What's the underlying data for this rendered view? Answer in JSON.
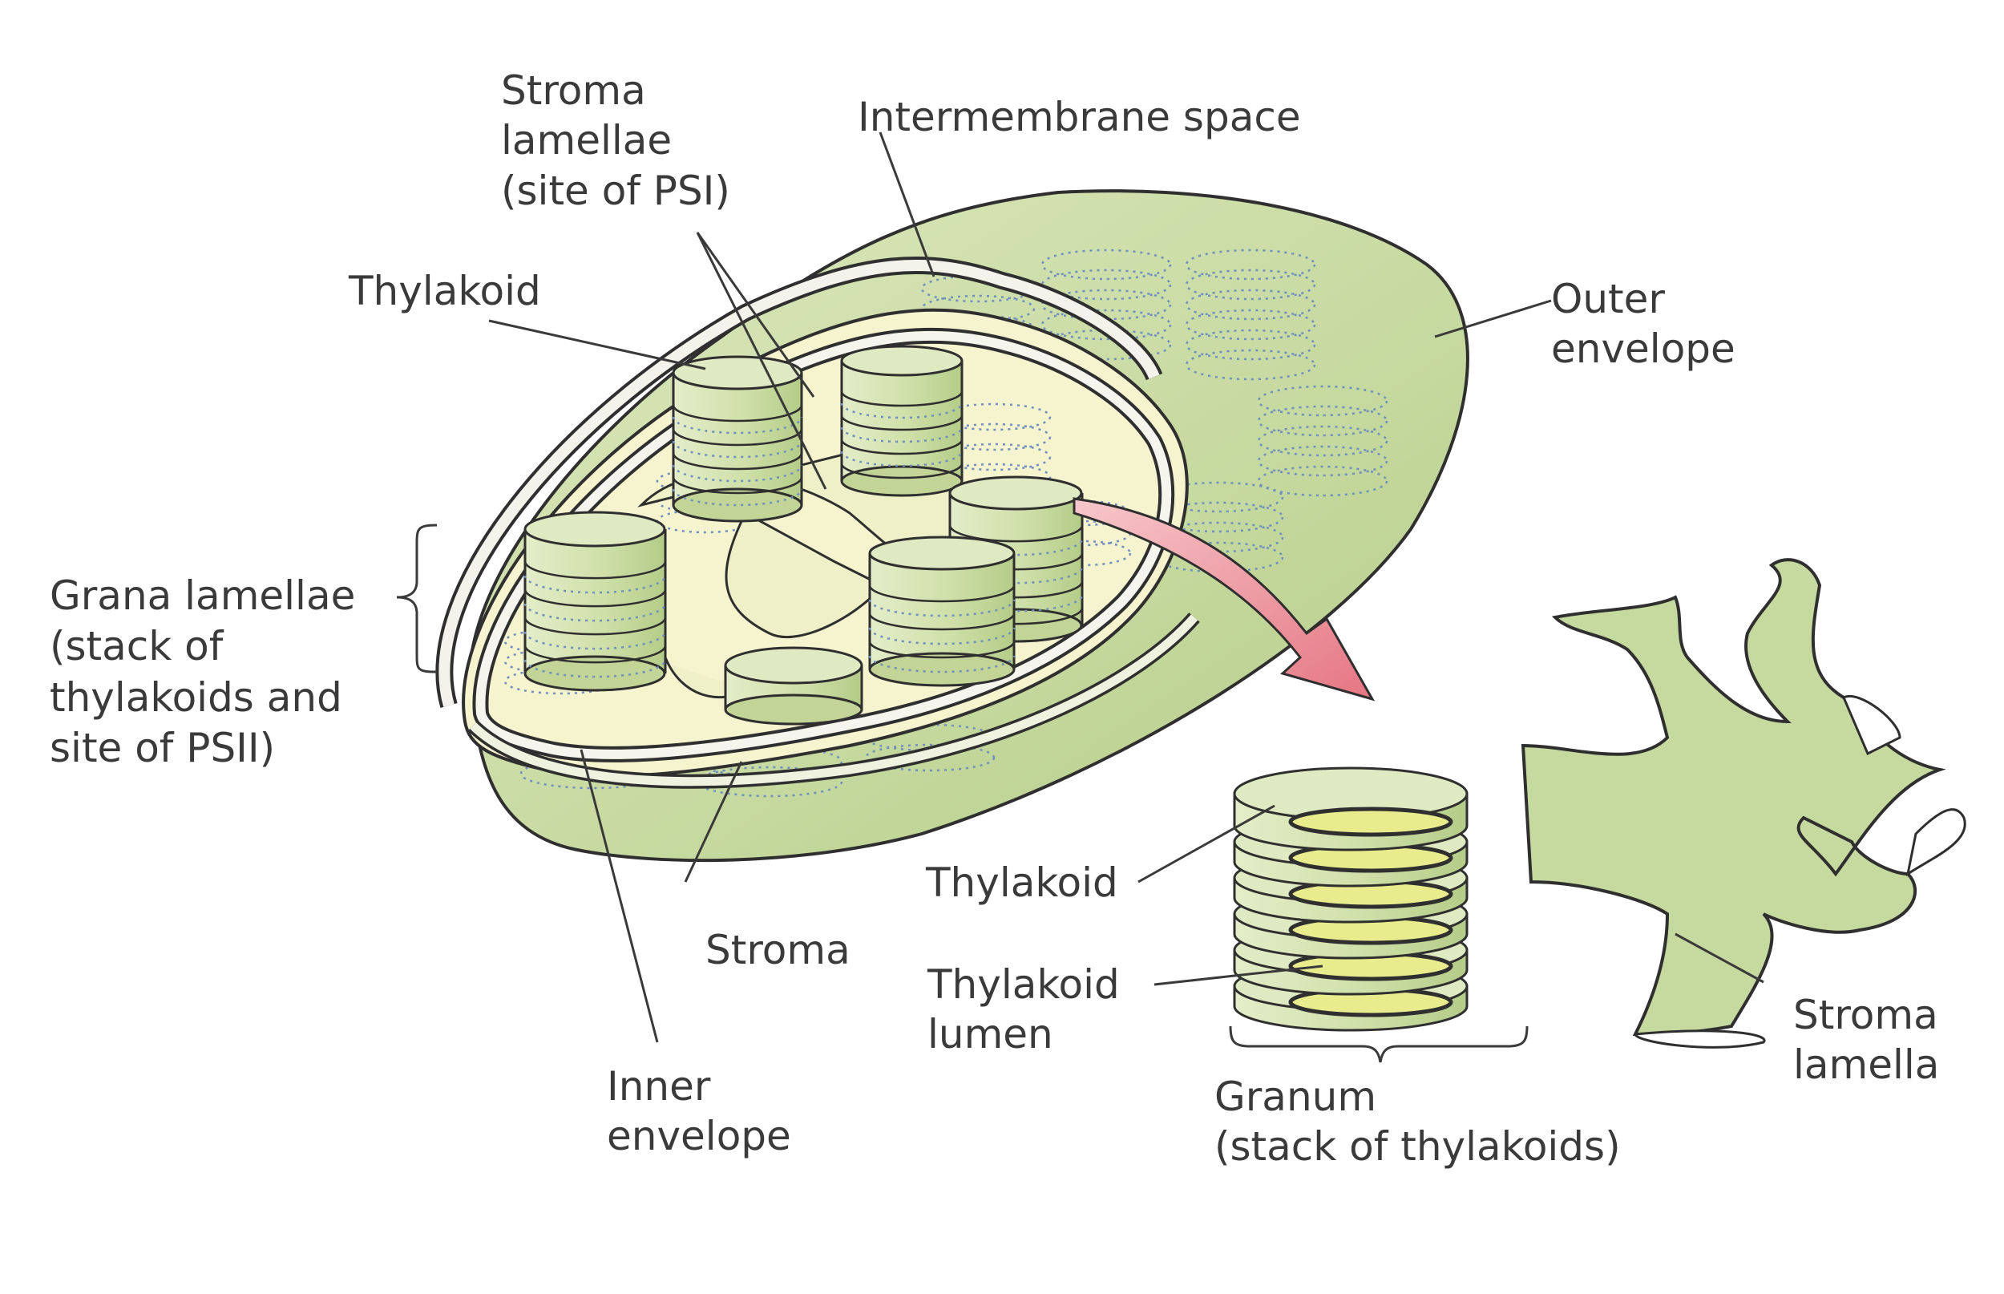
{
  "labels": {
    "stroma_lamellae_top": [
      "Stroma",
      "lamellae",
      "(site of PSI)"
    ],
    "intermembrane_space": "Intermembrane space",
    "thylakoid_top": "Thylakoid",
    "outer_envelope": [
      "Outer",
      "envelope"
    ],
    "grana_lamellae": [
      "Grana lamellae",
      "(stack of",
      "thylakoids and",
      "site of PSII)"
    ],
    "stroma": "Stroma",
    "inner_envelope": [
      "Inner",
      "envelope"
    ],
    "thylakoid_detail": "Thylakoid",
    "thylakoid_lumen": [
      "Thylakoid",
      "lumen"
    ],
    "granum": [
      "Granum",
      "(stack of thylakoids)"
    ],
    "stroma_lamella": [
      "Stroma",
      "lamella"
    ]
  },
  "colors": {
    "membrane_green": "#c9dba2",
    "membrane_dark": "#a9c27c",
    "interior_cream": "#f6f3cf",
    "lumen_yellow": "#e9ec8c",
    "arrow_pink": "#f29aa2",
    "outline": "#2f2f2f",
    "leader_line": "#3a3a3a"
  }
}
